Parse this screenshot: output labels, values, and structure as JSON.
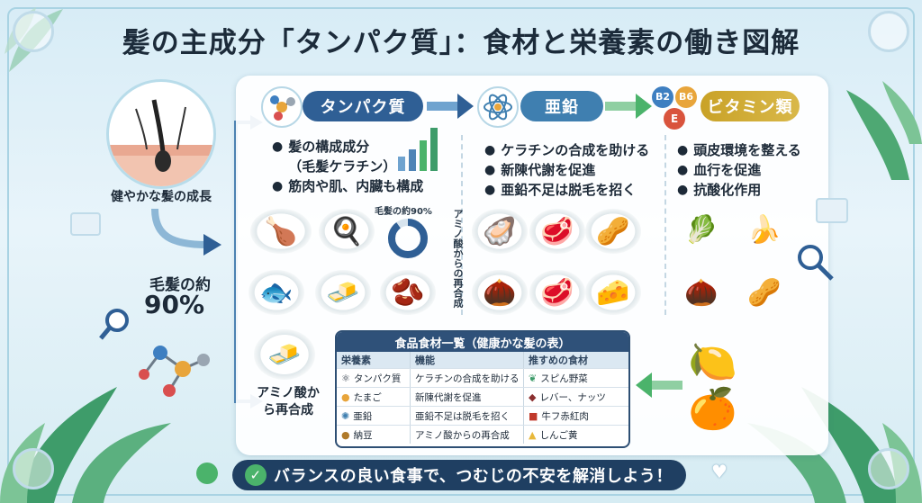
{
  "title": "髪の主成分「タンパク質」：食材と栄養素の働き図解",
  "left": {
    "hair_caption": "健やかな髪の成長",
    "pct_label": "毛髪の約",
    "pct_value": "90%",
    "amino_label": "アミノ酸から再合成"
  },
  "protein": {
    "badge": "タンパク質",
    "bullets": [
      "髪の構成成分",
      "（毛髪ケラチン）",
      "筋肉や肌、内臓も構成"
    ],
    "donut_label": "毛髪の約90%",
    "vertical_note": "アミノ酸からの再合成"
  },
  "zinc": {
    "badge": "亜鉛",
    "bullets": [
      "ケラチンの合成を助ける",
      "新陳代謝を促進",
      "亜鉛不足は脱毛を招く"
    ]
  },
  "vitamin": {
    "badge": "ビタミン類",
    "icon_labels": [
      "B2",
      "B6",
      "E"
    ],
    "bullets": [
      "頭皮環境を整える",
      "血行を促進",
      "抗酸化作用"
    ]
  },
  "table": {
    "title": "食品食材一覧（健康かな髪の表）",
    "headers": [
      "栄養素",
      "機能",
      "推すめの食材"
    ],
    "rows": [
      {
        "nutrient": "タンパク質",
        "function": "ケラチンの合成を助ける",
        "food": "スピん野菜"
      },
      {
        "nutrient": "たまご",
        "function": "新陳代謝を促進",
        "food": "レバー、ナッツ"
      },
      {
        "nutrient": "亜鉛",
        "function": "亜鉛不足は脱毛を招く",
        "food": "牛フ赤紅肉"
      },
      {
        "nutrient": "納豆",
        "function": "アミノ酸からの再合成",
        "food": "しんご黄"
      }
    ]
  },
  "footer": "バランスの良い食事で、つむじの不安を解消しよう！",
  "colors": {
    "protein": "#2f5f95",
    "zinc": "#3f7fb0",
    "vitamin": "#c9a227",
    "navy": "#1f3f62",
    "green": "#4bb36b"
  }
}
